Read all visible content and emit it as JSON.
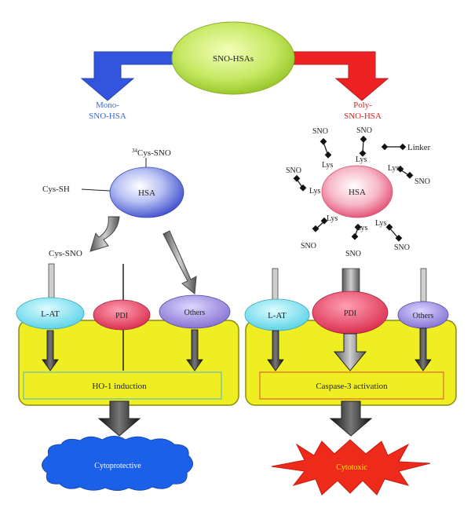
{
  "top": {
    "label": "SNO-HSAs"
  },
  "left": {
    "title_line1": "Mono-",
    "title_line2": "SNO-HSA",
    "cys_sno_top": "Cys-SNO",
    "cys_sno_sup": "34",
    "hsa": "HSA",
    "cys_sh": "Cys-SH",
    "cys_sno_bottom": "Cys-SNO",
    "receptors": [
      "L-AT",
      "PDI",
      "Others"
    ],
    "box_label": "HO-1 induction",
    "outcome": "Cytoprotective"
  },
  "right": {
    "title_line1": "Poly-",
    "title_line2": "SNO-HSA",
    "hsa": "HSA",
    "linker": "Linker",
    "sno": "SNO",
    "lys": "Lys",
    "receptors": [
      "L-AT",
      "PDI",
      "Others"
    ],
    "box_label": "Caspase-3 activation",
    "outcome": "Cytotoxic"
  },
  "colors": {
    "mono_blue": "#3355dd",
    "poly_red": "#ee2222",
    "ellipse_green": "#b8e050",
    "box_yellow": "#eeee22",
    "lat_cyan": "#7fe0ee",
    "pdi_pink": "#e0405a",
    "others_purple": "#9a88dd",
    "cloud_blue": "#1a60e8",
    "star_red": "#ee2a1a"
  }
}
